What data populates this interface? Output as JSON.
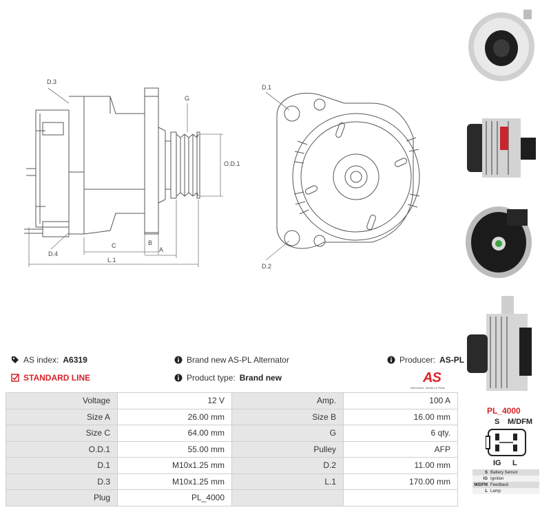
{
  "drawing": {
    "labels": {
      "d3": "D.3",
      "d4": "D.4",
      "g": "G",
      "od1": "O.D.1",
      "c": "C",
      "b": "B",
      "a": "A",
      "l1": "L.1",
      "d1": "D.1",
      "d2": "D.2"
    }
  },
  "info": {
    "as_index_label": "AS index:",
    "as_index_value": "A6319",
    "description": "Brand new AS-PL Alternator",
    "producer_label": "Producer:",
    "producer_value": "AS-PL",
    "line": "STANDARD LINE",
    "product_type_label": "Product type:",
    "product_type_value": "Brand new"
  },
  "logo": {
    "mark": "AS",
    "subtitle": "Alternators, Starters & Parts"
  },
  "specs": [
    {
      "l1": "Voltage",
      "v1": "12 V",
      "l2": "Amp.",
      "v2": "100 A"
    },
    {
      "l1": "Size A",
      "v1": "26.00 mm",
      "l2": "Size B",
      "v2": "16.00 mm"
    },
    {
      "l1": "Size C",
      "v1": "64.00 mm",
      "l2": "G",
      "v2": "6 qty."
    },
    {
      "l1": "O.D.1",
      "v1": "55.00 mm",
      "l2": "Pulley",
      "v2": "AFP"
    },
    {
      "l1": "D.1",
      "v1": "M10x1.25 mm",
      "l2": "D.2",
      "v2": "11.00 mm"
    },
    {
      "l1": "D.3",
      "v1": "M10x1.25 mm",
      "l2": "L.1",
      "v2": "170.00 mm"
    },
    {
      "l1": "Plug",
      "v1": "PL_4000",
      "l2": "",
      "v2": ""
    }
  ],
  "plug": {
    "title": "PL_4000",
    "pin_s": "S",
    "pin_mdfm": "M/DFM",
    "pin_ig": "IG",
    "pin_l": "L",
    "legend": [
      {
        "pin": "S",
        "desc": "Battery Sensor"
      },
      {
        "pin": "IG",
        "desc": "Ignition"
      },
      {
        "pin": "M/DFM",
        "desc": "Feedback"
      },
      {
        "pin": "L",
        "desc": "Lamp"
      }
    ]
  },
  "colors": {
    "accent_red": "#d62229",
    "label_bg": "#e6e6e6",
    "border": "#cfcfcf"
  },
  "icons": {
    "tag": "tag-icon",
    "info": "info-circle-icon",
    "check": "check-square-icon"
  }
}
